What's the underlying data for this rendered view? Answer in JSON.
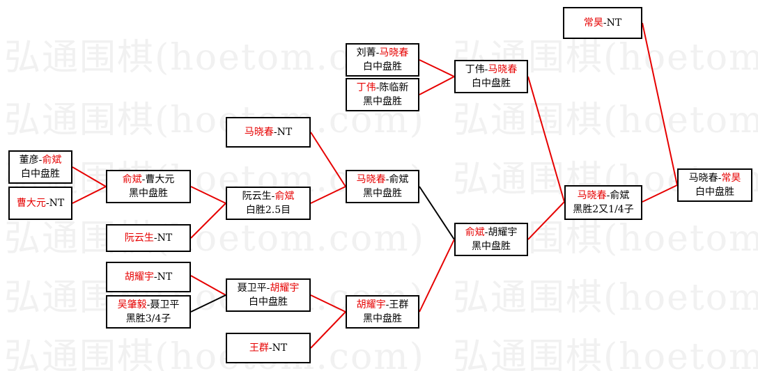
{
  "watermark": "弘通围棋(hoetom.com)",
  "colors": {
    "winner": "#e60000",
    "line_win": "#e60000",
    "line_loss": "#000000",
    "border": "#000000",
    "watermark": "#f1f1f1"
  },
  "matches": {
    "m1": {
      "p1": "董彦",
      "sep": "-",
      "p2": "俞斌",
      "result": "白中盘胜",
      "winner": "p2"
    },
    "m2": {
      "p1": "曹大元",
      "sep": "-",
      "p2": "NT",
      "result": "",
      "winner": "p1"
    },
    "m3": {
      "p1": "俞斌",
      "sep": "-",
      "p2": "曹大元",
      "result": "黑中盘胜",
      "winner": "p1"
    },
    "m4": {
      "p1": "阮云生",
      "sep": "-",
      "p2": "NT",
      "result": "",
      "winner": "p1"
    },
    "m5": {
      "p1": "马晓春",
      "sep": "-",
      "p2": "NT",
      "result": "",
      "winner": "p1"
    },
    "m6": {
      "p1": "阮云生",
      "sep": "-",
      "p2": "俞斌",
      "result": "白胜2.5目",
      "winner": "p2"
    },
    "m7": {
      "p1": "胡耀宇",
      "sep": "-",
      "p2": "NT",
      "result": "",
      "winner": "p1"
    },
    "m8": {
      "p1": "吴肇毅",
      "sep": "-",
      "p2": "聂卫平",
      "result": "黑胜3/4子",
      "winner": "p1"
    },
    "m9": {
      "p1": "聂卫平",
      "sep": "-",
      "p2": "胡耀宇",
      "result": "白中盘胜",
      "winner": "p2"
    },
    "m10": {
      "p1": "王群",
      "sep": "-",
      "p2": "NT",
      "result": "",
      "winner": "p1"
    },
    "m11": {
      "p1": "刘菁",
      "sep": "-",
      "p2": "马晓春",
      "result": "白中盘胜",
      "winner": "p2"
    },
    "m12": {
      "p1": "丁伟",
      "sep": "-",
      "p2": "陈临新",
      "result": "黑中盘胜",
      "winner": "p1"
    },
    "m13": {
      "p1": "马晓春",
      "sep": "-",
      "p2": "俞斌",
      "result": "黑中盘胜",
      "winner": "p1"
    },
    "m14": {
      "p1": "胡耀宇",
      "sep": "-",
      "p2": "王群",
      "result": "黑中盘胜",
      "winner": "p1"
    },
    "m15": {
      "p1": "丁伟",
      "sep": "-",
      "p2": "马晓春",
      "result": "白中盘胜",
      "winner": "p2"
    },
    "m16": {
      "p1": "俞斌",
      "sep": "-",
      "p2": "胡耀宇",
      "result": "黑中盘胜",
      "winner": "p1"
    },
    "m17": {
      "p1": "马晓春",
      "sep": "-",
      "p2": "俞斌",
      "result": "黑胜2又1/4子",
      "winner": "p1"
    },
    "m18": {
      "p1": "常昊",
      "sep": "-",
      "p2": "NT",
      "result": "",
      "winner": "p1"
    },
    "m19": {
      "p1": "马晓春",
      "sep": "-",
      "p2": "常昊",
      "result": "白中盘胜",
      "winner": "p2"
    }
  }
}
